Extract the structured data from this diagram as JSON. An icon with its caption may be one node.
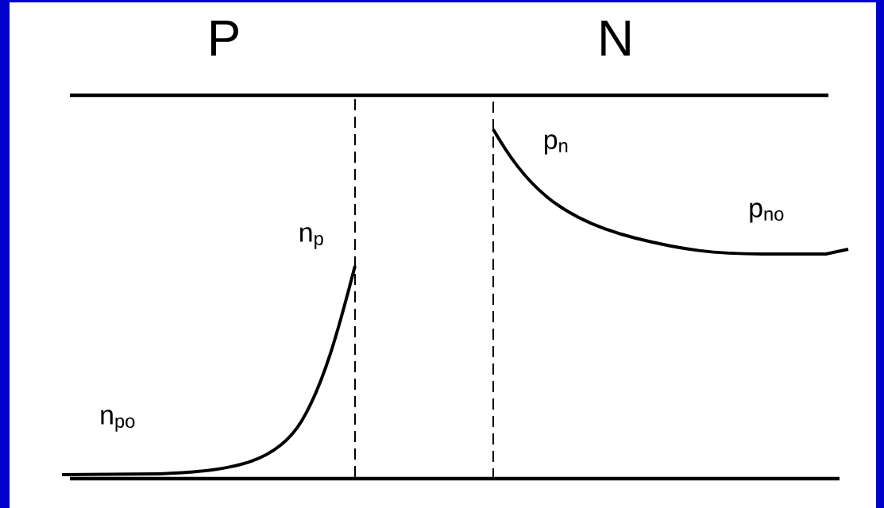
{
  "diagram": {
    "labels": [
      "P",
      "N",
      "n$_{p}$",
      "p$_{n}$",
      "p$_{no}$",
      "n$_{po}$"
    ]
  }
}
